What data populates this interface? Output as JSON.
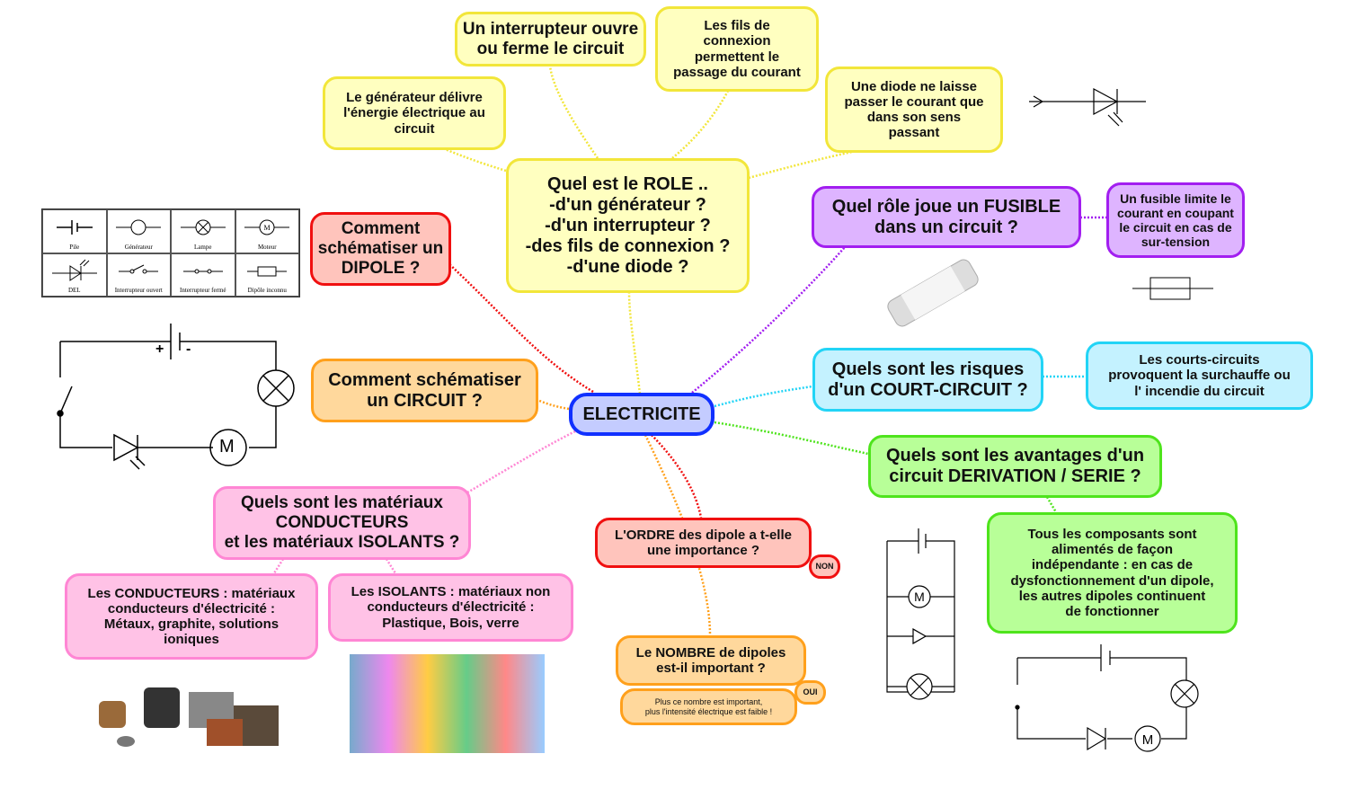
{
  "center": "ELECTRICITE",
  "role": {
    "question": "Quel est le ROLE ..\n-d'un générateur ?\n-d'un interrupteur ?\n-des fils de connexion ?\n-d'une diode ?",
    "interrupteur": "Un interrupteur ouvre\nou ferme le circuit",
    "fils": "Les fils de\nconnexion\npermettent le\npassage du courant",
    "generateur": "Le générateur délivre\nl'énergie électrique au\ncircuit",
    "diode": "Une diode ne laisse\npasser le courant que\ndans son sens\npassant"
  },
  "dipole": {
    "question": "Comment\nschématiser un\nDIPOLE ?",
    "symbols": [
      "Pile",
      "Générateur",
      "Lampe",
      "Moteur",
      "DEL",
      "Interrupteur ouvert",
      "Interrupteur fermé",
      "Dipôle inconnu"
    ]
  },
  "circuit": {
    "question": "Comment schématiser\nun CIRCUIT ?",
    "motor_label": "M",
    "plus_sign": "+",
    "minus_sign": "-"
  },
  "fusible": {
    "question": "Quel rôle joue un FUSIBLE\ndans un circuit ?",
    "answer": "Un fusible limite le\ncourant en coupant\nle circuit en cas de\nsur-tension"
  },
  "court_circuit": {
    "question": "Quels sont les risques\nd'un COURT-CIRCUIT ?",
    "answer": "Les courts-circuits\nprovoquent la surchauffe ou\nl' incendie du circuit"
  },
  "derivation": {
    "question": "Quels sont les avantages d'un\ncircuit DERIVATION / SERIE  ?",
    "answer": "Tous les composants sont\nalimentés de façon\nindépendante : en cas de\ndysfonctionnement d'un dipole,\nles autres dipoles continuent\nde fonctionner"
  },
  "materiaux": {
    "question": "Quels sont les matériaux\nCONDUCTEURS\net les matériaux  ISOLANTS ?",
    "conducteurs": "Les CONDUCTEURS : matériaux\nconducteurs d'électricité :\nMétaux, graphite, solutions\nioniques",
    "isolants": "Les ISOLANTS : matériaux non\nconducteurs d'électricité :\nPlastique, Bois, verre"
  },
  "ordre": {
    "question": "L'ORDRE des dipole a t-elle\nune importance ?",
    "answer": "NON"
  },
  "nombre": {
    "question": "Le NOMBRE de dipoles\nest-il important ?",
    "answer": "OUI",
    "detail": "Plus ce nombre est important,\nplus l'intensité électrique est faible !"
  },
  "colors": {
    "center": "#1030ff",
    "role": "#f2e63a",
    "dipole": "#f01010",
    "circuit": "#ffa01c",
    "fusible": "#a21ef0",
    "court": "#22d4f6",
    "derivation": "#4ee41c",
    "materiaux": "#ff86d4"
  }
}
